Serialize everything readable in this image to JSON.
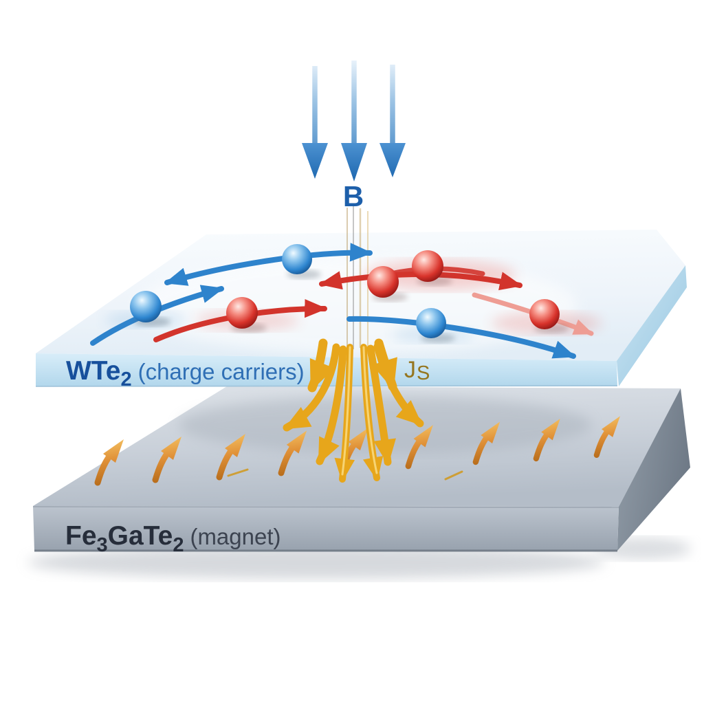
{
  "figure": {
    "background": "#ffffff",
    "magnetic_field": {
      "label": "B",
      "label_color": "#1d5faa",
      "arrow_color": "#2576bd",
      "arrow_count": 3,
      "direction": "down"
    },
    "top_layer": {
      "formula_main": "WTe",
      "formula_subscript": "2",
      "description": "(charge carriers)",
      "formula_color": "#17509c",
      "description_color": "#2f6fb5",
      "slab_color": "#cfe8f6",
      "carriers": {
        "blue_sphere_count": 3,
        "red_sphere_count": 4,
        "blue_color": "#2e86d0",
        "red_color": "#d2342c"
      }
    },
    "spin_current": {
      "label_main": "J",
      "label_subscript": "S",
      "label_color": "#95761f",
      "arrow_color": "#e7a61b",
      "fan_arrow_count": 8
    },
    "bottom_layer": {
      "formula_part1": "Fe",
      "formula_subscript1": "3",
      "formula_part2": "GaTe",
      "formula_subscript2": "2",
      "description": "(magnet)",
      "formula_color": "#262d3a",
      "description_color": "#3c4350",
      "slab_color": "#b6bec9",
      "magnetization_arrow_count": 9,
      "magnetization_arrow_color": "#e09138"
    }
  }
}
